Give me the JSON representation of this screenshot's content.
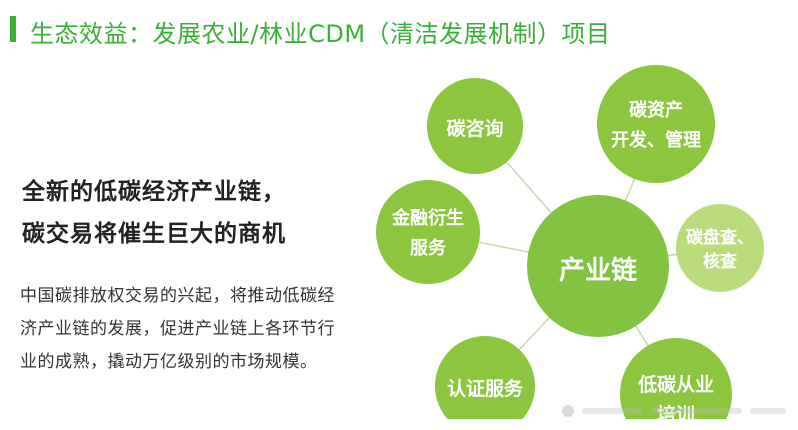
{
  "title": "生态效益：发展农业/林业CDM（清洁发展机制）项目",
  "headline": {
    "line1": "全新的低碳经济产业链，",
    "line2": "碳交易将催生巨大的商机"
  },
  "body": {
    "line1": "中国碳排放权交易的兴起，将推动低碳经",
    "line2": "济产业链的发展，促进产业链上各环节行",
    "line3": "业的成熟，撬动万亿级别的市场规模。"
  },
  "diagram": {
    "center": "产业链",
    "nodes": {
      "consult": "碳咨询",
      "asset_line1": "碳资产",
      "asset_line2": "开发、管理",
      "finance_line1": "金融衍生",
      "finance_line2": "服务",
      "audit_line1": "碳盘查、",
      "audit_line2": "核查",
      "certify": "认证服务",
      "training_line1": "低碳从业",
      "training_line2": "培训"
    }
  },
  "colors": {
    "accent": "#3cae3a",
    "center": "#82c341",
    "node": "#8cc63e",
    "node_light": "#b9db7a",
    "connector": "#c7d9b0"
  }
}
